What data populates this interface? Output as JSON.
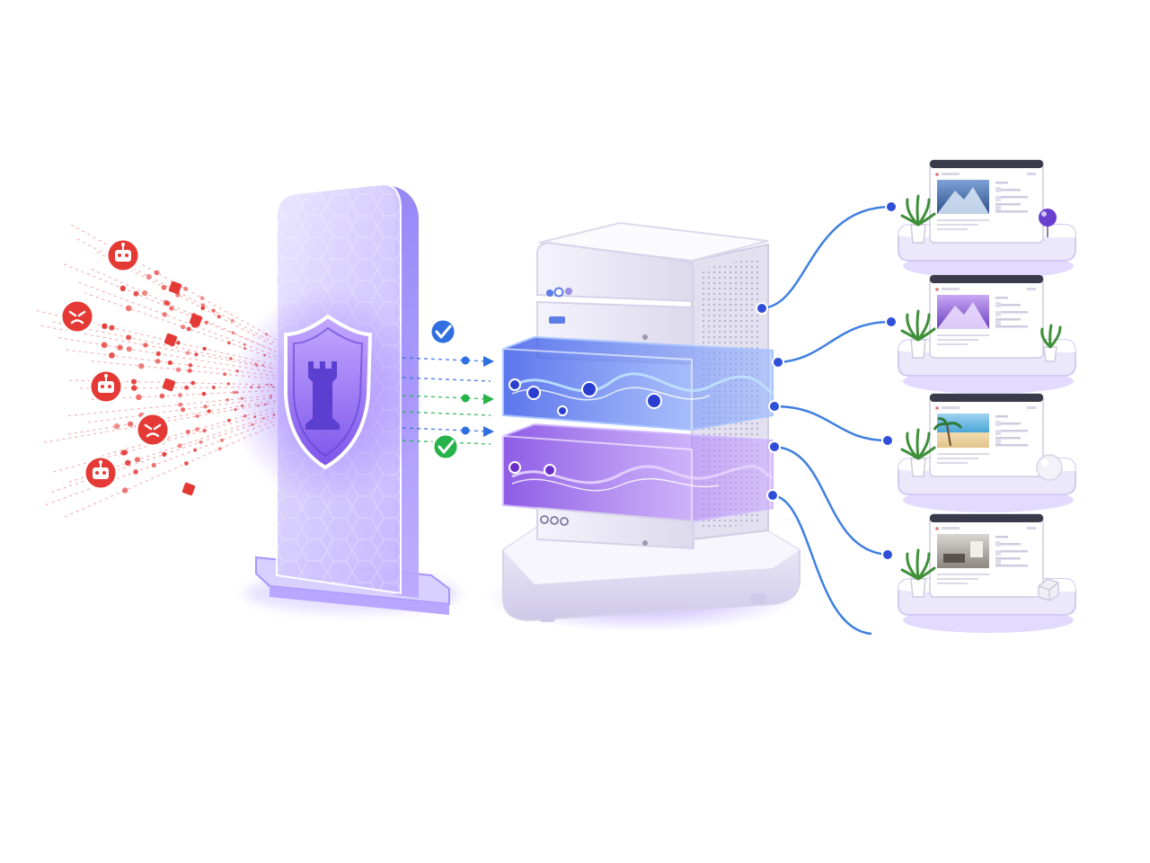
{
  "palette": {
    "threat": "#e53935",
    "threat_dark": "#b71c1c",
    "shield": "#8b6cf0",
    "shield_dark": "#5b3fd0",
    "glass": "#d9d3ff",
    "clean_blue": "#2f6fe0",
    "clean_green": "#27b24a",
    "server_body": "#eceaf6",
    "server_edge": "#cfcbe6",
    "blue_layer": "#5a7cff",
    "purple_layer": "#8e62f0",
    "wire": "#3f7fe0",
    "glow": "#7b5cff"
  },
  "icons": {
    "threat_bot": "robot-icon",
    "threat_angry": "angry-face-icon",
    "shield": "shield-tower-icon",
    "allowed": "check-icon"
  },
  "diagram": {
    "threat_icons": [
      {
        "kind": "robot"
      },
      {
        "kind": "angry"
      },
      {
        "kind": "robot"
      },
      {
        "kind": "angry"
      },
      {
        "kind": "robot"
      }
    ],
    "verified_checks": [
      {
        "color": "blue"
      },
      {
        "color": "green"
      }
    ],
    "server": {
      "layers": [
        "top-unit",
        "second-unit",
        "blue-glass-layer",
        "purple-glass-layer",
        "base-unit"
      ]
    },
    "sites": [
      {
        "image": "mountain",
        "decor": "orb"
      },
      {
        "image": "purple-peak",
        "decor": "plant"
      },
      {
        "image": "beach",
        "decor": "sphere"
      },
      {
        "image": "interior",
        "decor": "cube"
      }
    ]
  }
}
